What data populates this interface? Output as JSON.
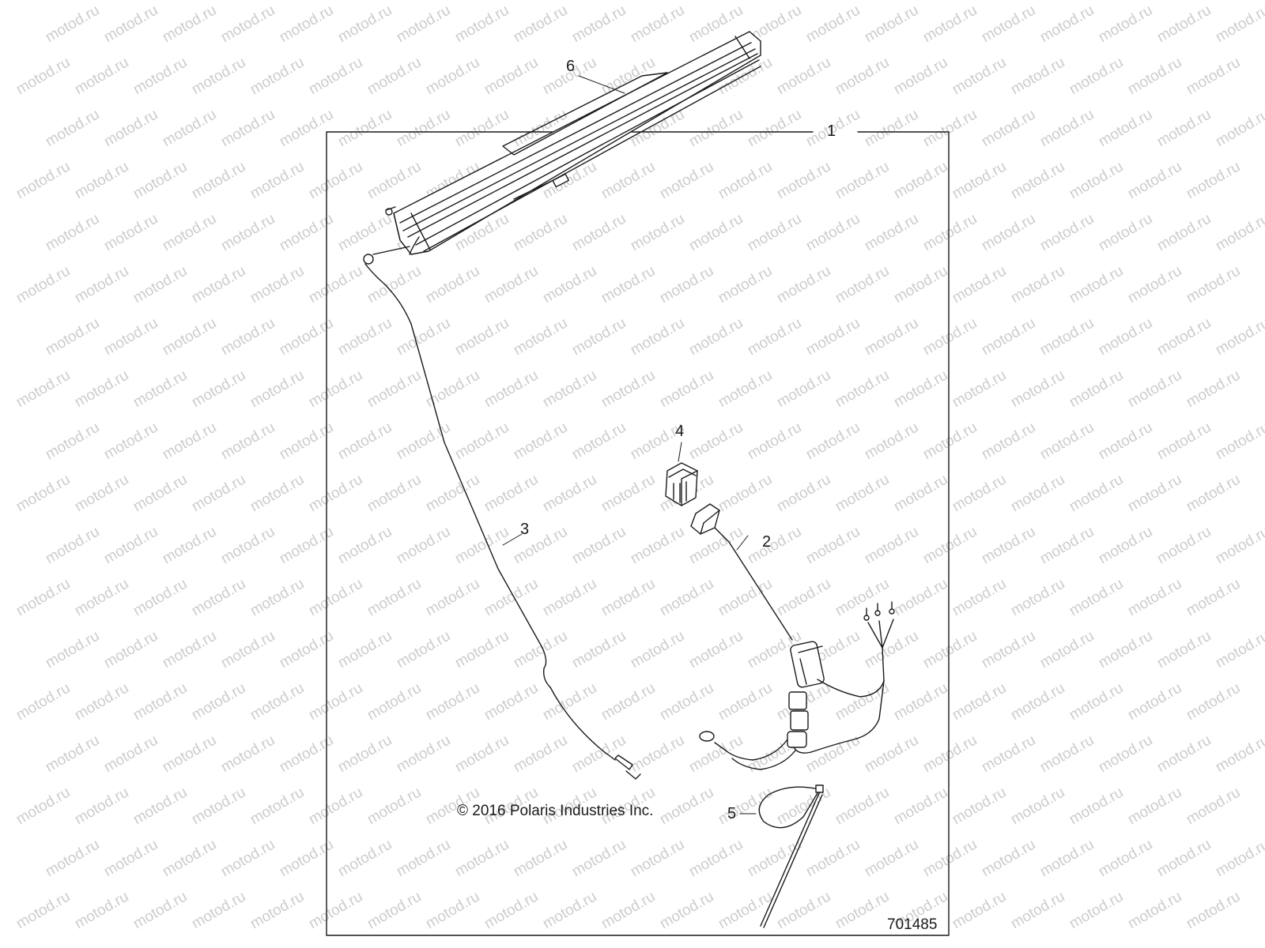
{
  "callouts": {
    "c1": "1",
    "c2": "2",
    "c3": "3",
    "c4": "4",
    "c5": "5",
    "c6": "6"
  },
  "copyright": "© 2016 Polaris Industries Inc.",
  "drawing_number": "701485",
  "watermark": "motod.ru",
  "colors": {
    "line": "#1a1a1a",
    "watermark": "#cccccc",
    "background": "#ffffff"
  }
}
